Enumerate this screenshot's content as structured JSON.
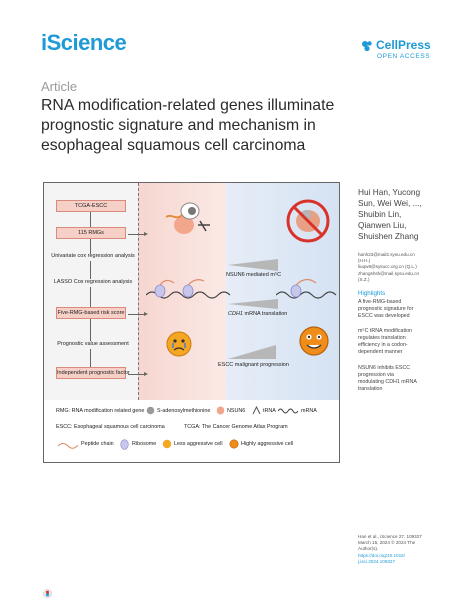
{
  "header": {
    "journal": "iScience",
    "publisher": "CellPress",
    "access": "OPEN ACCESS"
  },
  "article": {
    "label": "Article",
    "title_lines": [
      "RNA modification-related genes illuminate",
      "prognostic signature and mechanism in",
      "esophageal squamous cell carcinoma"
    ]
  },
  "abstract": {
    "flow": [
      "TCGA-ESCC",
      "115 RMGs",
      "Univariate cox regression analysis",
      "LASSO Cox regression analysis",
      "Five-RMG-based risk score",
      "Prognostic value assessment",
      "Independent prognostic factor"
    ],
    "mid": {
      "nsun6": "NSUN6 mediated m⁵C",
      "cdh1_gene": "CDH1",
      "cdh1_rest": " mRNA translation",
      "escc": "ESCC malignant progression"
    },
    "legend": {
      "rmg": "RMG: RNA modification related gene",
      "sam": "S-adenosylmethionine",
      "nsun6": "NSUN6",
      "trna": "tRNA",
      "mrna": "mRNA",
      "escc": "ESCC: Esophageal squamous cell carcinoma",
      "tcga": "TCGA: The Cancer Genome Atlas Program",
      "peptide": "Peptide chain",
      "ribosome": "Ribosome",
      "less": "Less aggressive cell",
      "highly": "Highly aggressive cell"
    }
  },
  "authors": [
    "Hui Han, Yucong",
    "Sun, Wei Wei, ...,",
    "Shuibin Lin,",
    "Qianwen Liu,",
    "Shuishen Zhang"
  ],
  "emails": [
    "hanh23@mail2.sysu.edu.cn",
    "(H.H.)",
    "liuqw8@sysucc.org.cn (Q.L.)",
    "zhangshsh@mail.sysu.edu.cn",
    "(S.Z.)"
  ],
  "highlights": {
    "title": "Highlights",
    "items": [
      [
        "A five-RMG-based",
        "prognostic signature for",
        "ESCC was developed"
      ],
      [
        "m⁵C tRNA modification",
        "regulates translation",
        "efficiency in a codon-",
        "dependent manner"
      ],
      [
        "NSUN6 inhibits ESCC",
        "progression via",
        "modulating CDH1 mRNA",
        "translation"
      ]
    ]
  },
  "citation": [
    "Han et al., iScience 27, 109327",
    "March 15, 2024 © 2024 The",
    "Author(s).",
    "https://doi.org/10.1016/",
    "j.isci.2024.109327"
  ],
  "colors": {
    "brand": "#1e9ad6",
    "flow_box": "#f6cfc7",
    "panel_mid": "#f6d6d0",
    "panel_right": "#d5e2f3"
  }
}
